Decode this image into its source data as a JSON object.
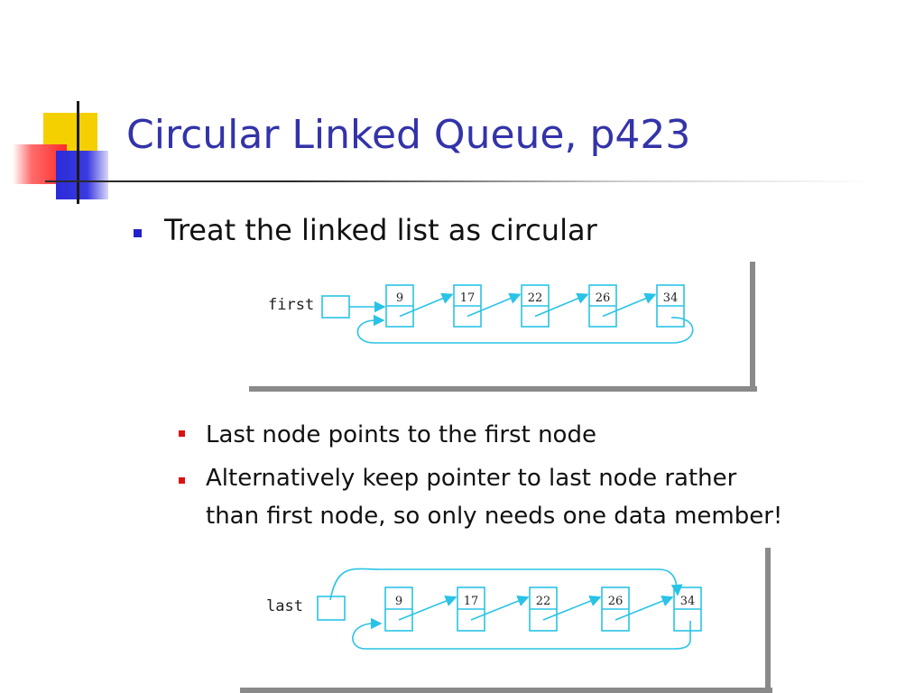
{
  "slide": {
    "title": "Circular Linked Queue, p423",
    "bullets": [
      {
        "text": "Treat the linked list as circular",
        "subbullets": [
          "Last node points to the first node",
          "Alternatively keep pointer to last node rather than first node, so only needs one data member!"
        ]
      }
    ],
    "subbullet2_lines": [
      "Alternatively keep pointer to last node rather",
      "than first node, so only needs one data member!"
    ]
  },
  "diagram_first": {
    "pointer_label": "first",
    "nodes": [
      "9",
      "17",
      "22",
      "26",
      "34"
    ]
  },
  "diagram_last": {
    "pointer_label": "last",
    "nodes": [
      "9",
      "17",
      "22",
      "26",
      "34"
    ]
  },
  "colors": {
    "title": "#3333aa",
    "diagram_line": "#29c3e6",
    "bullet_level1": "#2222cc",
    "bullet_level2": "#dd1111"
  }
}
